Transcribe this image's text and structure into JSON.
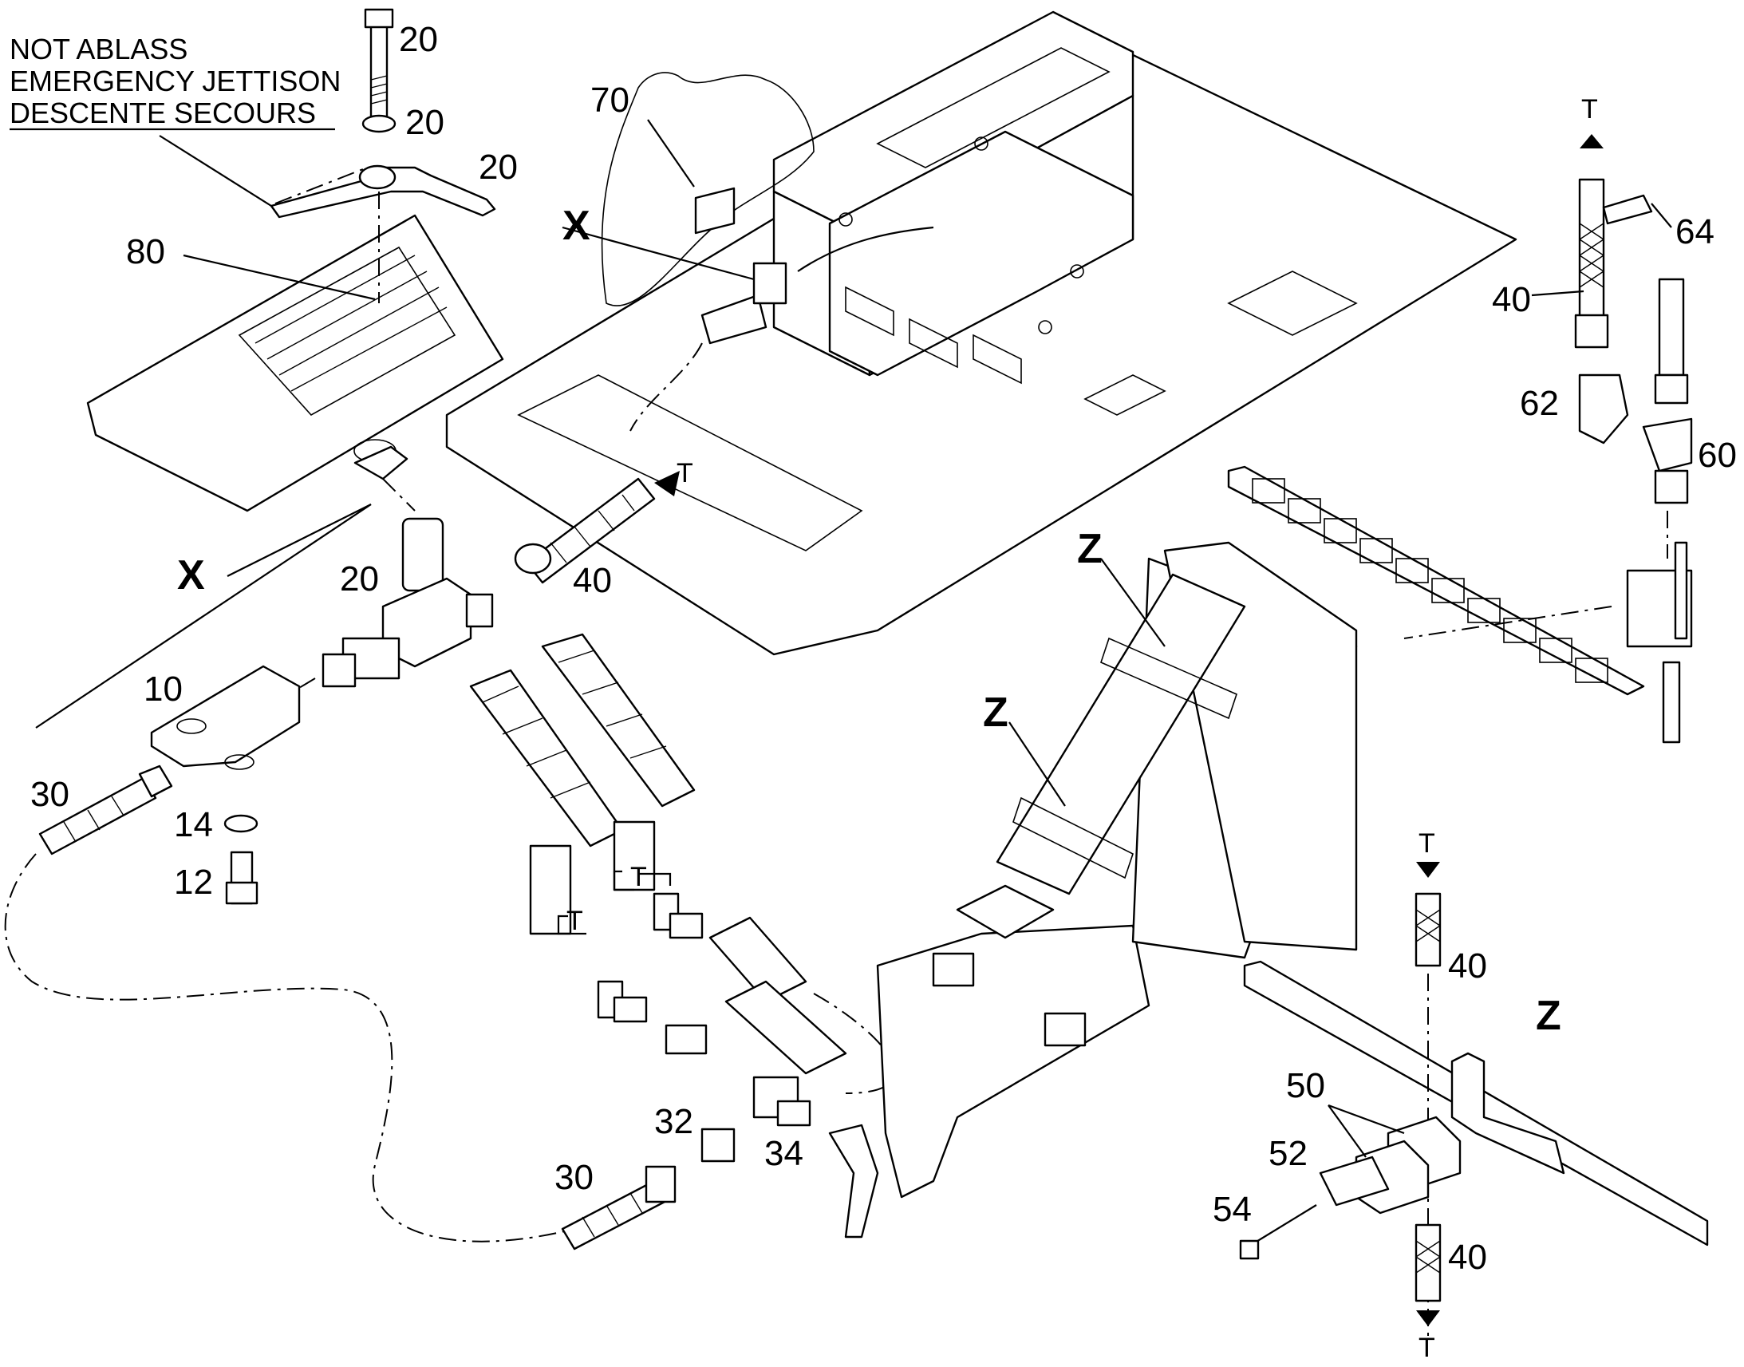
{
  "note": {
    "line1": "NOT ABLASS",
    "line2": "EMERGENCY JETTISON",
    "line3": "DESCENTE SECOURS"
  },
  "views": {
    "x": "X",
    "z": "Z"
  },
  "tee": "T",
  "labels": {
    "l20a": "20",
    "l20b": "20",
    "l20c": "20",
    "l20d": "20",
    "l70": "70",
    "l80": "80",
    "l40a": "40",
    "l40b": "40",
    "l40c": "40",
    "l40d": "40",
    "l64": "64",
    "l62": "62",
    "l60": "60",
    "l10": "10",
    "l30a": "30",
    "l30b": "30",
    "l14": "14",
    "l12": "12",
    "l32": "32",
    "l34": "34",
    "l50": "50",
    "l52": "52",
    "l54": "54"
  }
}
